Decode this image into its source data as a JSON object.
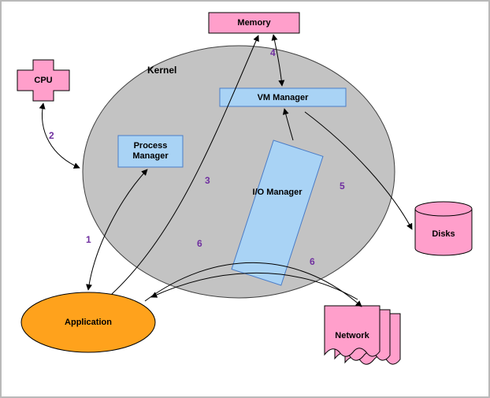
{
  "diagram": {
    "kernel": {
      "label": "Kernel"
    },
    "memory": {
      "label": "Memory"
    },
    "cpu": {
      "label": "CPU"
    },
    "vm_manager": {
      "label": "VM Manager"
    },
    "process_manager": {
      "label": "Process Manager"
    },
    "io_manager": {
      "label": "I/O Manager"
    },
    "disks": {
      "label": "Disks"
    },
    "network": {
      "label": "Network"
    },
    "application": {
      "label": "Application"
    },
    "flow_labels": {
      "f1": "1",
      "f2": "2",
      "f3": "3",
      "f4": "4",
      "f5": "5",
      "f6a": "6",
      "f6b": "6"
    }
  },
  "colors": {
    "pink": "#ff9fcb",
    "light_blue": "#a9d3f5",
    "kernel_gray": "#c3c3c3",
    "orange": "#ffa21c",
    "flow_label_purple": "#7030a0",
    "line_black": "#000000"
  }
}
